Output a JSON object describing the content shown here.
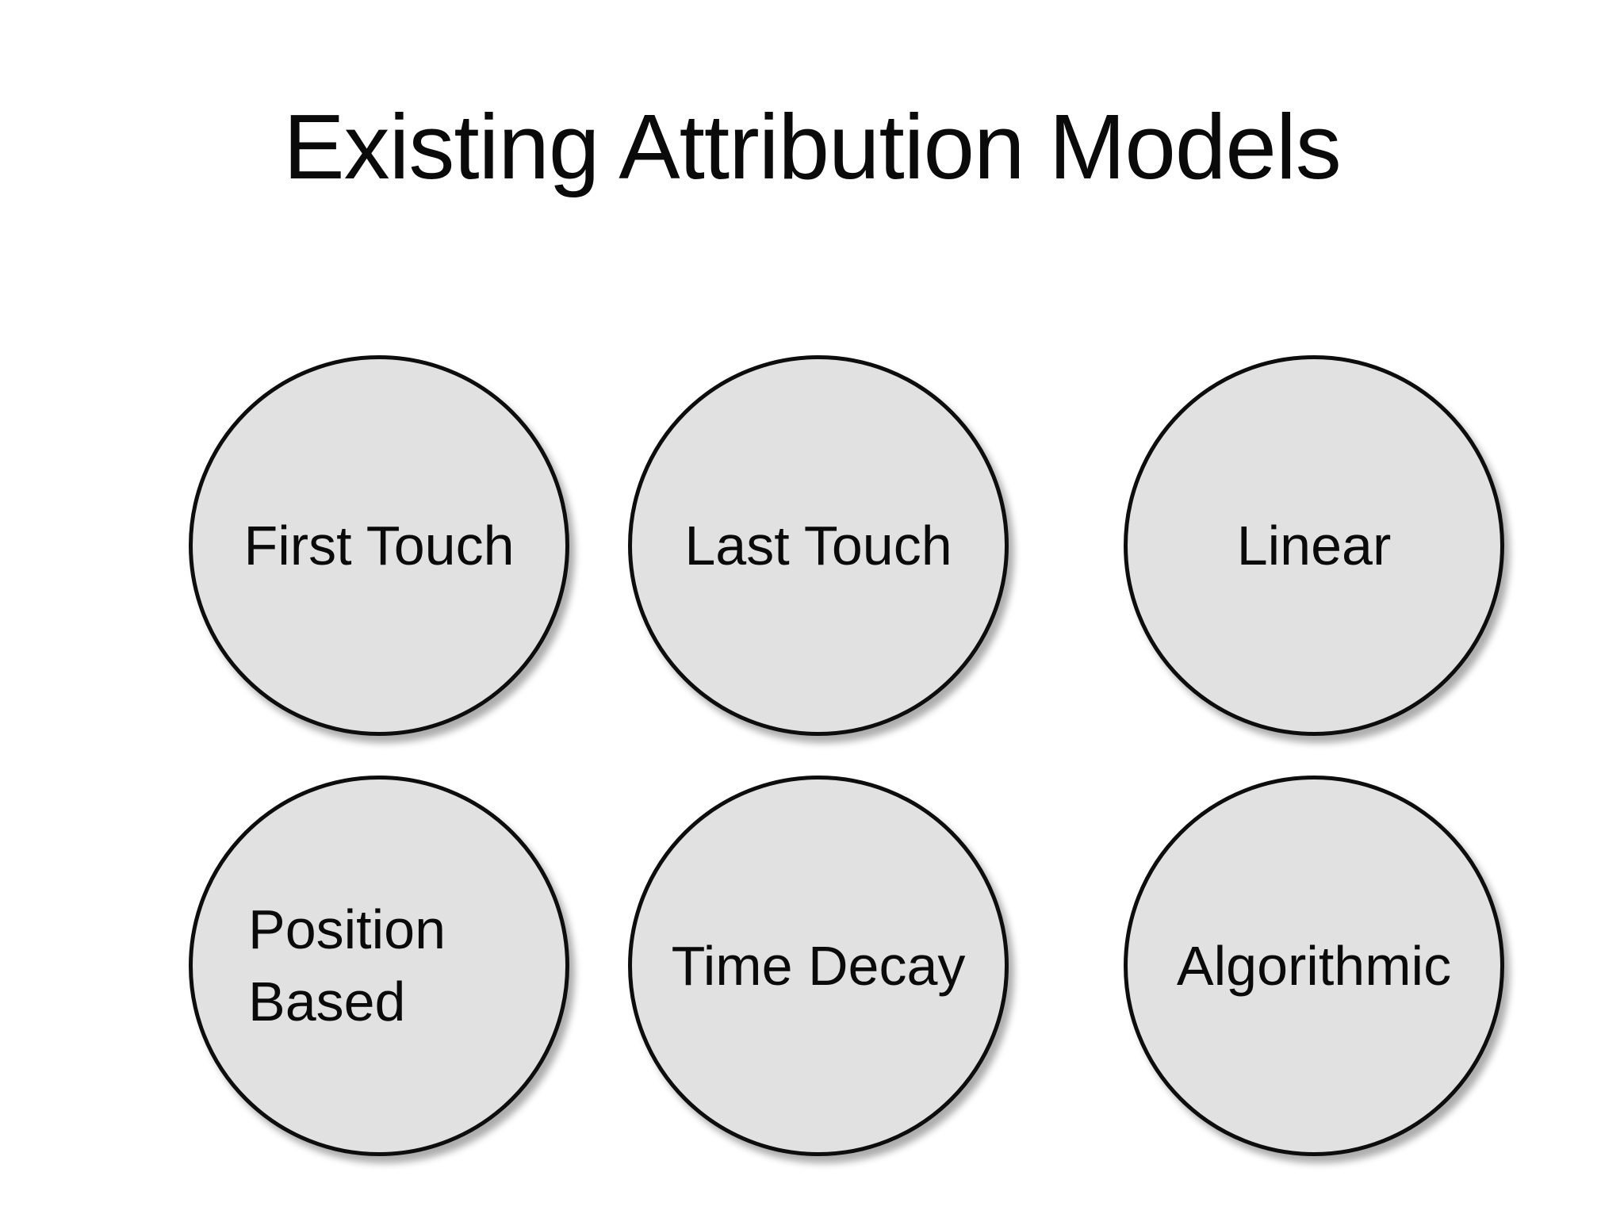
{
  "title": "Existing Attribution Models",
  "colors": {
    "background": "#ffffff",
    "circle_fill": "#e1e1e1",
    "circle_border": "#0d0d0d",
    "text": "#0a0a0a"
  },
  "models": [
    {
      "label": "First Touch"
    },
    {
      "label": "Last Touch"
    },
    {
      "label": "Linear"
    },
    {
      "label": "Position Based"
    },
    {
      "label": "Time Decay"
    },
    {
      "label": "Algorithmic"
    }
  ]
}
